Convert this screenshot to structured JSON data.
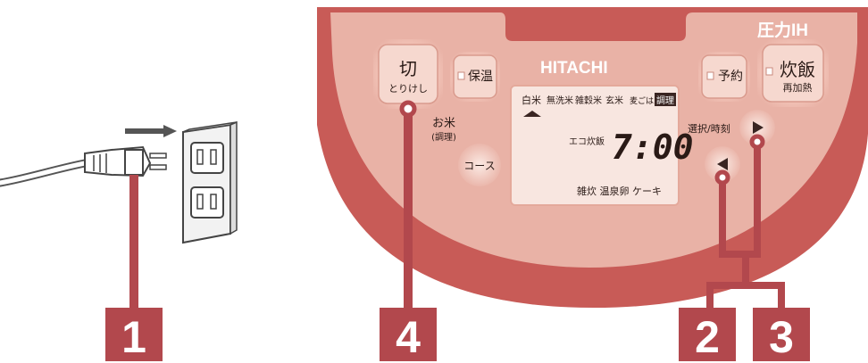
{
  "brand": "HITACHI",
  "badge": "圧力IH",
  "buttons": {
    "off": {
      "label": "切",
      "sub": "とりけし"
    },
    "keep_warm": {
      "label": "保温"
    },
    "rice": {
      "label": "お米",
      "sub": "(調理)"
    },
    "course": {
      "label": "コース"
    },
    "reserve": {
      "label": "予約"
    },
    "cook": {
      "label": "炊飯",
      "sub": "再加熱"
    },
    "select_time": {
      "label": "選択/時刻"
    }
  },
  "display": {
    "modes": [
      "白米",
      "無洗米",
      "雑穀米",
      "玄米",
      "麦ごはん"
    ],
    "active_mode": "調理",
    "course_text": "エコ炊飯",
    "time": "7:00",
    "bottom_modes": "雑炊 温泉卵 ケーキ"
  },
  "callouts": [
    "1",
    "2",
    "3",
    "4"
  ],
  "colors": {
    "panel": "#e9b2a6",
    "rim": "#c85b57",
    "callout": "#b2484d",
    "button": "#f6d8cf",
    "display": "#f8e6e0"
  }
}
